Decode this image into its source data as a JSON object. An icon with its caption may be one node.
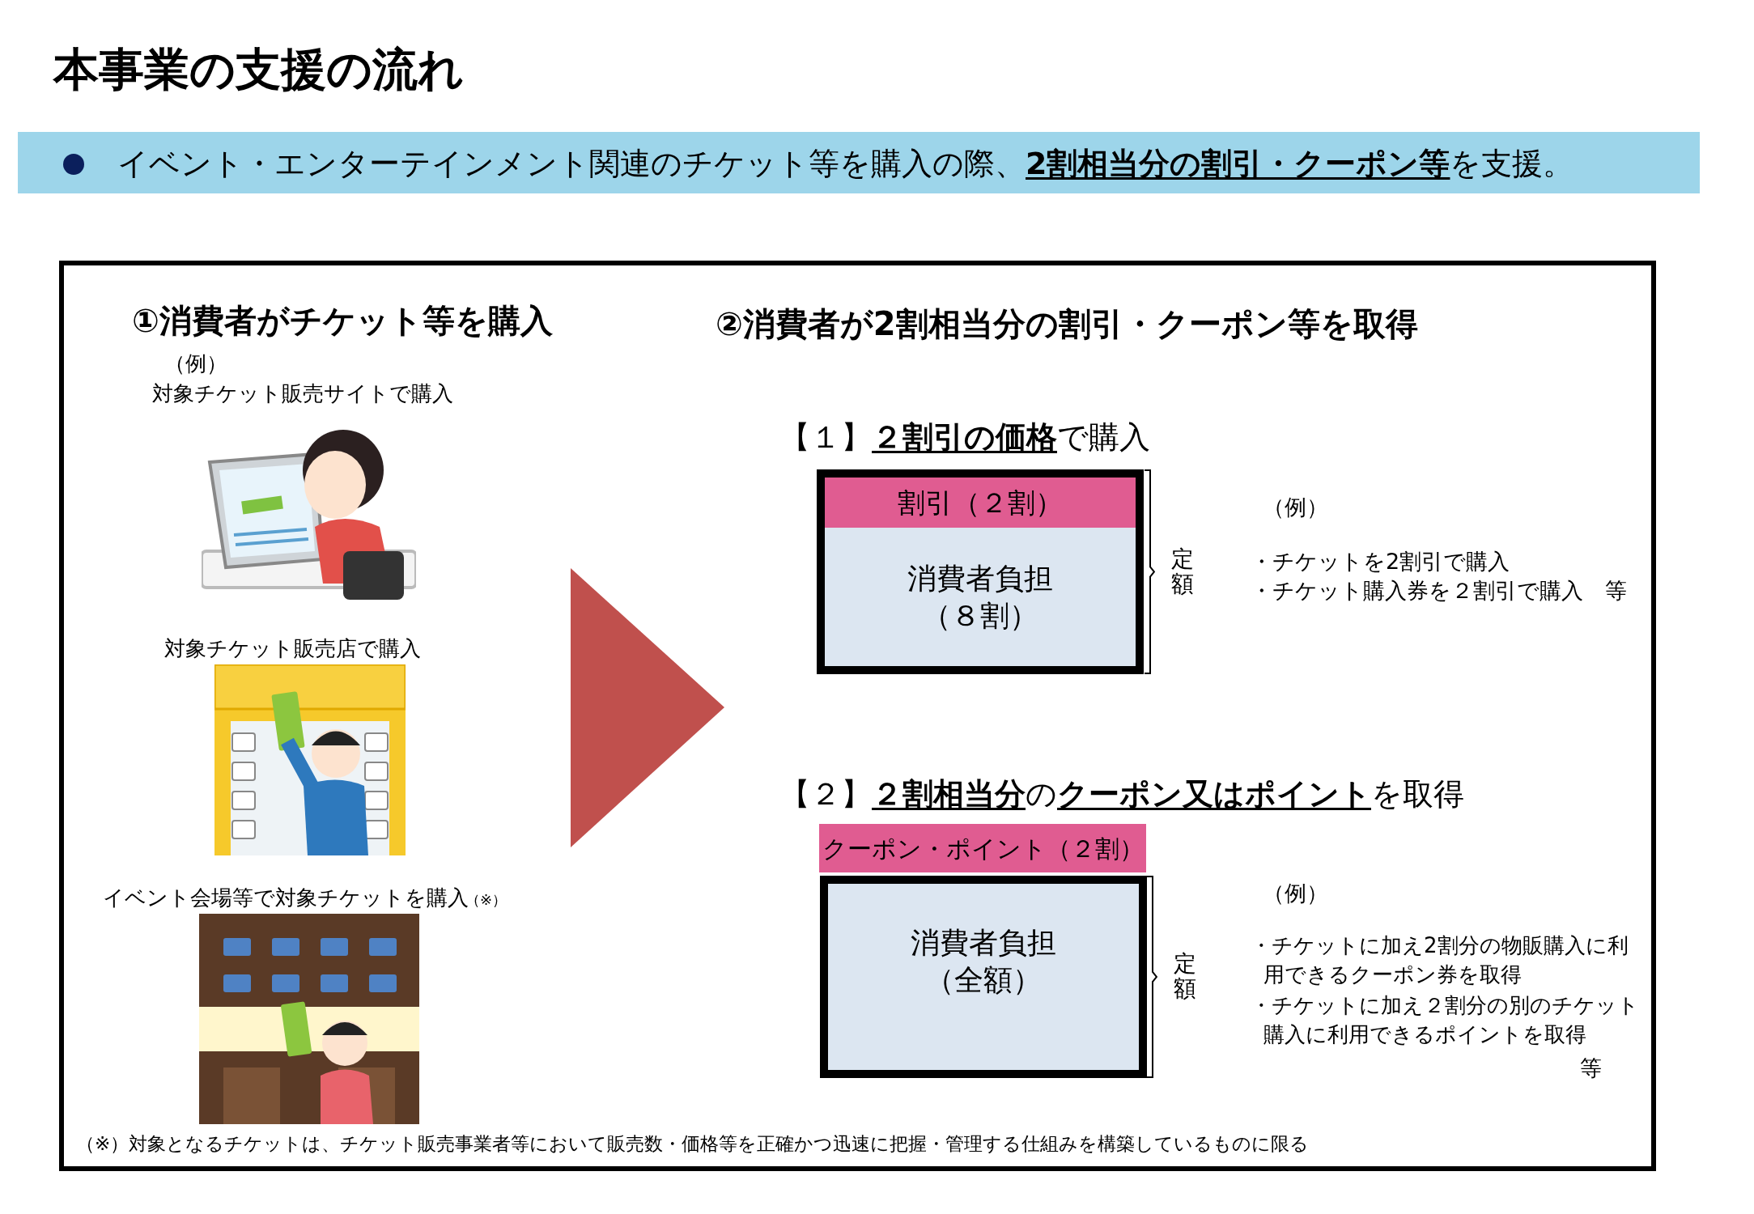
{
  "diagram": {
    "title": "本事業の支援の流れ",
    "nodes": [
      {
        "text": [],
        "shape": "box"
      },
      {
        "text": [
          "割引（２割）"
        ],
        "in": 0
      },
      {
        "text": [
          "消費者負担（８割）"
        ],
        "in": 0,
        "beside": [
          "定額"
        ]
      },
      {
        "text": [
          "クーポン・ポイント（２割）"
        ]
      },
      {
        "text": [
          "消費者負担（全額）"
        ],
        "beside": [
          "定額"
        ]
      }
    ],
    "labels": [
      "イベント・エンターテインメント関連のチケット等を購入の際、**2割相当分の割引・クーポン等**を支援。",
      "①消費者がチケット等を購入",
      "（例）",
      "対象チケット販売サイトで購入",
      "対象チケット販売店で購入",
      "イベント会場等で対象チケットを購入",
      "（※）",
      "②消費者が2割相当分の割引・クーポン等を取得",
      "【１】**２割引の価格**で購入",
      "（例）",
      "・チケットを2割引で購入",
      "・チケット購入券を２割引で購入　等",
      "【２】**２割相当分**の**クーポン又はポイント**を取得",
      "（例）",
      "・チケットに加え2割分の物販購入に利用できるクーポン券を取得",
      "・チケットに加え２割分の別のチケット購入に利用できるポイントを取得",
      "等",
      "（※）対象となるチケットは、チケット販売事業者等において販売数・価格等を正確かつ迅速に把握・管理する仕組みを構築しているものに限る"
    ]
  }
}
